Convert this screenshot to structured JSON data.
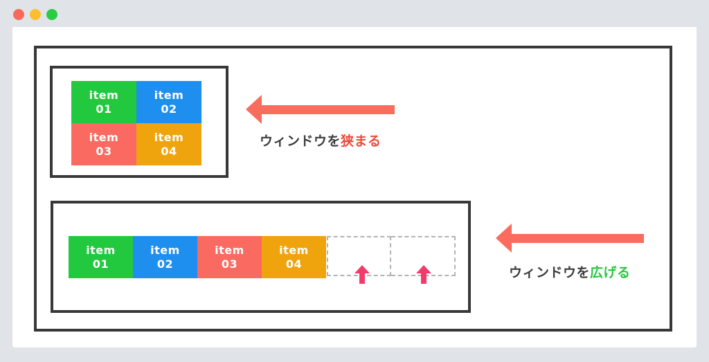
{
  "window": {
    "traffic_lights": [
      {
        "name": "close",
        "color": "#f9695c"
      },
      {
        "name": "minimize",
        "color": "#fcbe2e"
      },
      {
        "name": "zoom",
        "color": "#2bcb43"
      }
    ]
  },
  "colors": {
    "background": "#e0e3e8",
    "panel": "#ffffff",
    "frame_border": "#383838",
    "item_green": "#22c93e",
    "item_blue": "#1f8fef",
    "item_red": "#fa6a60",
    "item_orange": "#efa40e",
    "big_arrow": "#f96c5e",
    "grow_arrow": "#f23a6b",
    "caption_dark": "#3b3b3b",
    "caption_red": "#f0483c",
    "caption_green": "#26c73e",
    "placeholder_border": "#b3b3b3"
  },
  "narrow_diagram": {
    "items": [
      {
        "line1": "item",
        "line2": "01",
        "color": "#22c93e"
      },
      {
        "line1": "item",
        "line2": "02",
        "color": "#1f8fef"
      },
      {
        "line1": "item",
        "line2": "03",
        "color": "#fa6a60"
      },
      {
        "line1": "item",
        "line2": "04",
        "color": "#efa40e"
      }
    ],
    "caption": {
      "prefix": "ウィンドウを",
      "highlight": "狭まる"
    }
  },
  "widen_diagram": {
    "items": [
      {
        "line1": "item",
        "line2": "01",
        "color": "#22c93e"
      },
      {
        "line1": "item",
        "line2": "02",
        "color": "#1f8fef"
      },
      {
        "line1": "item",
        "line2": "03",
        "color": "#fa6a60"
      },
      {
        "line1": "item",
        "line2": "04",
        "color": "#efa40e"
      }
    ],
    "placeholder_slots": 2,
    "caption": {
      "prefix": "ウィンドウを",
      "highlight": "広げる"
    }
  }
}
